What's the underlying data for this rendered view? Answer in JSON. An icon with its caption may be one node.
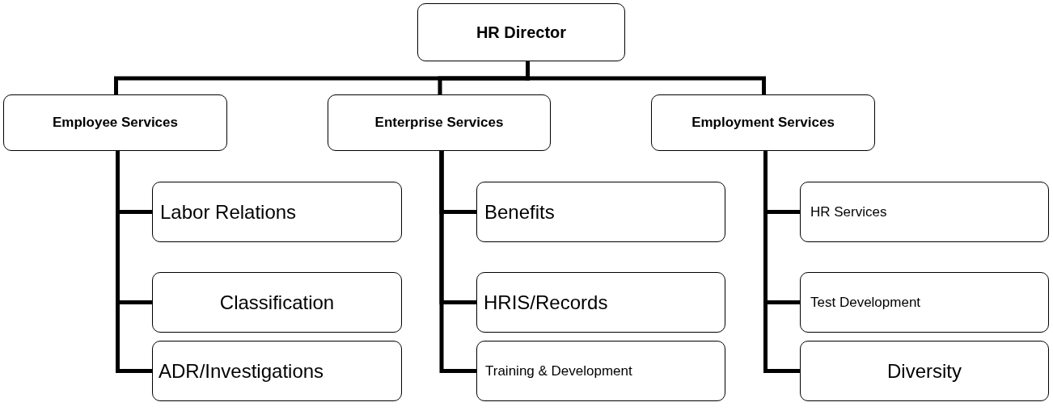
{
  "diagram": {
    "nodes": [
      {
        "text": [
          "HR Director"
        ]
      },
      {
        "text": [
          "Employee Services"
        ]
      },
      {
        "text": [
          "Enterprise Services"
        ]
      },
      {
        "text": [
          "Employment Services"
        ]
      },
      {
        "text": [
          "Labor Relations"
        ]
      },
      {
        "text": [
          "Classification"
        ]
      },
      {
        "text": [
          "ADR/Investigations"
        ]
      },
      {
        "text": [
          "Benefits"
        ]
      },
      {
        "text": [
          "HRIS/Records"
        ]
      },
      {
        "text": [
          "Training & Development"
        ]
      },
      {
        "text": [
          "HR Services"
        ]
      },
      {
        "text": [
          "Test Development"
        ]
      },
      {
        "text": [
          "Diversity"
        ]
      }
    ],
    "edges": [
      {
        "from": 0,
        "to": 1,
        "arrow": "none"
      },
      {
        "from": 0,
        "to": 2,
        "arrow": "none"
      },
      {
        "from": 0,
        "to": 3,
        "arrow": "none"
      },
      {
        "from": 1,
        "to": 4,
        "arrow": "none"
      },
      {
        "from": 1,
        "to": 5,
        "arrow": "none"
      },
      {
        "from": 1,
        "to": 6,
        "arrow": "none"
      },
      {
        "from": 2,
        "to": 7,
        "arrow": "none"
      },
      {
        "from": 2,
        "to": 8,
        "arrow": "none"
      },
      {
        "from": 2,
        "to": 9,
        "arrow": "none"
      },
      {
        "from": 3,
        "to": 10,
        "arrow": "none"
      },
      {
        "from": 3,
        "to": 11,
        "arrow": "none"
      },
      {
        "from": 3,
        "to": 12,
        "arrow": "none"
      }
    ]
  }
}
